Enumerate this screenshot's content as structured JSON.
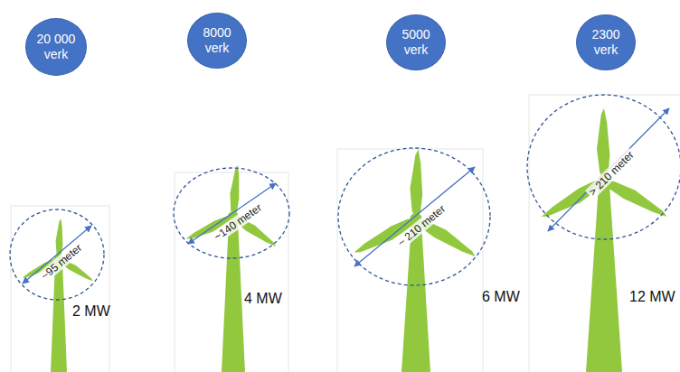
{
  "diagram": {
    "nodes": [
      {
        "text": [
          "20 000",
          "verk"
        ]
      },
      {
        "text": [
          "8000",
          "verk"
        ]
      },
      {
        "text": [
          "5000",
          "verk"
        ]
      },
      {
        "text": [
          "2300",
          "verk"
        ]
      }
    ],
    "labels": [
      "~95 meter",
      "2 MW",
      "~140 meter",
      "4 MW",
      "~ 210 meter",
      "6 MW",
      "> 210 meter",
      "12 MW"
    ]
  }
}
